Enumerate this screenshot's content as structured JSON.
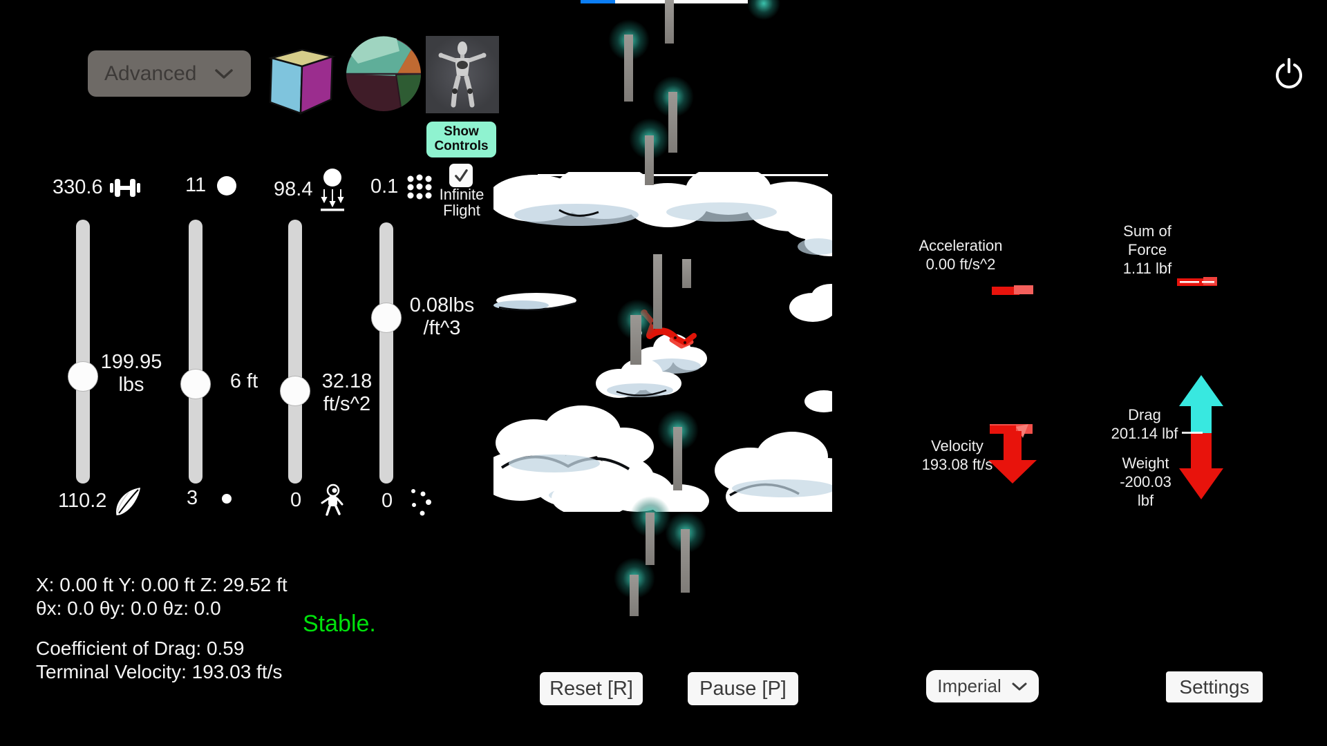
{
  "top_bar": {
    "mode": "Advanced"
  },
  "show_controls_label": "Show Controls",
  "infinite_flight_label": "Infinite Flight",
  "sliders": {
    "weight": {
      "max": "330.6",
      "value": "199.95 lbs",
      "min": "110.2",
      "max_icon": "dumbbell-icon",
      "min_icon": "feather-icon"
    },
    "size": {
      "max": "11",
      "value": "6 ft",
      "min": "3",
      "max_icon": "balloon-icon",
      "min_icon": "small-dot-icon"
    },
    "gravity": {
      "max": "98.4",
      "value": "32.18 ft/s^2",
      "min": "0",
      "max_icon": "falling-ball-icon",
      "min_icon": "astronaut-icon"
    },
    "air_density": {
      "max": "0.1",
      "value": "0.08lbs /ft^3",
      "min": "0",
      "max_icon": "density-dots-icon",
      "min_icon": "sparse-dots-icon"
    }
  },
  "readouts": {
    "acceleration": {
      "label": "Acceleration",
      "value": "0.00 ft/s^2"
    },
    "sum_of_force": {
      "label": "Sum of Force",
      "value": "1.11 lbf"
    },
    "velocity": {
      "label": "Velocity",
      "value": "193.08 ft/s"
    },
    "drag": {
      "label": "Drag",
      "value": "201.14 lbf"
    },
    "weight": {
      "label": "Weight",
      "value": "-200.03 lbf"
    }
  },
  "telemetry": {
    "position": "X: 0.00 ft Y: 0.00 ft Z: 29.52 ft",
    "rotation": "θx: 0.0 θy: 0.0 θz: 0.0",
    "drag_coefficient": "Coefficient of Drag: 0.59",
    "terminal_velocity": "Terminal Velocity: 193.03 ft/s",
    "stability": "Stable."
  },
  "controls": {
    "reset": "Reset [R]",
    "pause": "Pause [P]",
    "units": "Imperial",
    "settings": "Settings"
  },
  "icons": {
    "power": "power-icon",
    "shape_buttons": [
      "cube-icon",
      "sphere-icon",
      "mannequin-icon"
    ]
  },
  "colors": {
    "stable_green": "#00e20c",
    "mint_accent": "#8ff3d0",
    "arrow_red": "#e8130c",
    "arrow_cyan": "#38e8e0",
    "slider_track": "#d6d6d6",
    "streak_teal_glow": "#3ecdb6"
  }
}
